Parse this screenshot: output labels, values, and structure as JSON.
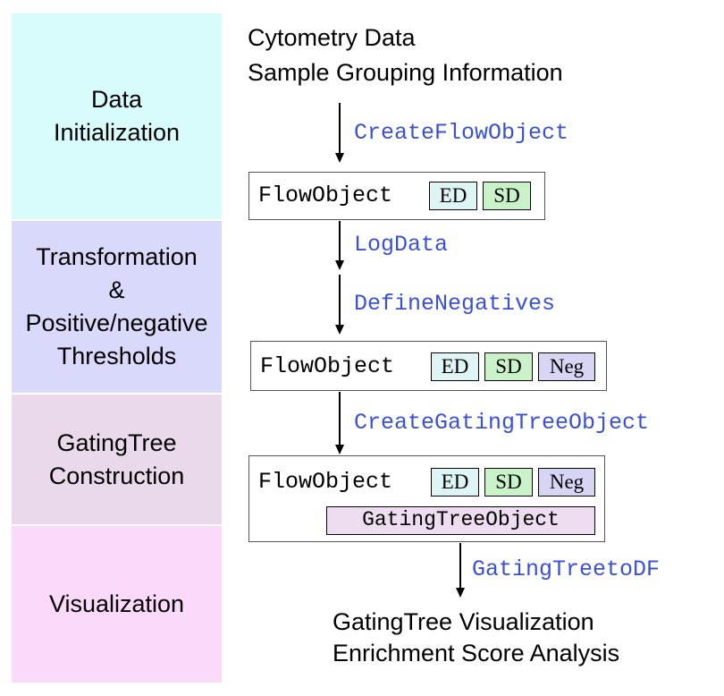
{
  "stages": [
    {
      "lines": [
        "Data",
        "Initialization"
      ],
      "color": "#d8fbfb"
    },
    {
      "lines": [
        "Transformation",
        "&",
        "Positive/negative",
        "Thresholds"
      ],
      "color": "#d9d9fb"
    },
    {
      "lines": [
        "GatingTree",
        "Construction"
      ],
      "color": "#ead9ea"
    },
    {
      "lines": [
        "Visualization"
      ],
      "color": "#fbd9fb"
    }
  ],
  "inputs": [
    "Cytometry Data",
    "Sample Grouping Information"
  ],
  "functions": {
    "create_flow_object": "CreateFlowObject",
    "log_data": "LogData",
    "define_negatives": "DefineNegatives",
    "create_gating_tree_object": "CreateGatingTreeObject",
    "gating_tree_to_df": "GatingTreetoDF"
  },
  "objects": {
    "flow_object": "FlowObject",
    "ed": "ED",
    "sd": "SD",
    "neg": "Neg",
    "gating_tree_object": "GatingTreeObject"
  },
  "outputs": [
    "GatingTree Visualization",
    "Enrichment Score Analysis"
  ],
  "colors": {
    "function_text": "#3a50d8",
    "ed_tag": "#dff5f5",
    "sd_tag": "#c9f2c9",
    "neg_tag": "#d6d6f4",
    "gating_tree_tag": "#eedcf0"
  }
}
